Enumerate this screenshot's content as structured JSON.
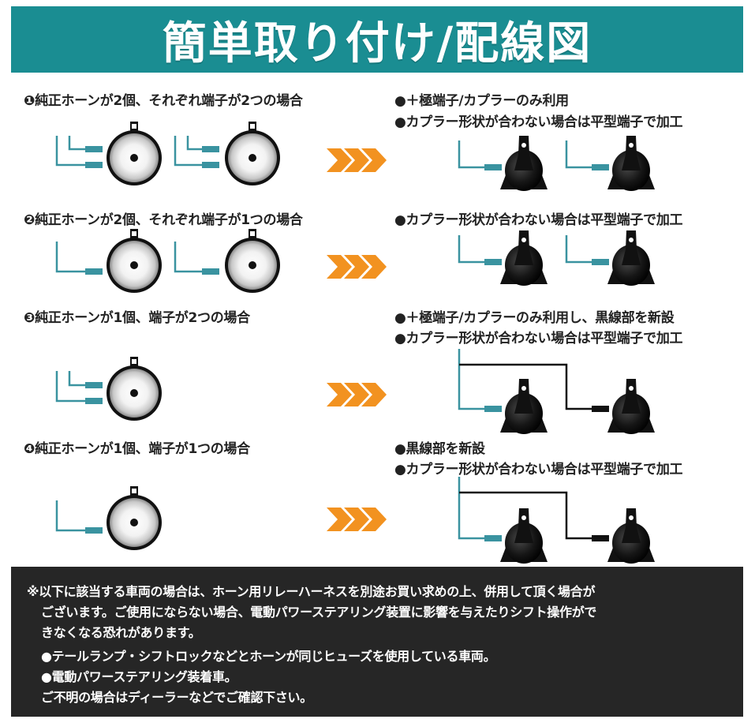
{
  "title": "簡単取り付け/配線図",
  "cases": [
    {
      "label": "❶純正ホーンが2個、それぞれ端子が2つの場合",
      "notes": [
        "●＋極端子/カプラーのみ利用",
        "●カプラー形状が合わない場合は平型端子で加工"
      ]
    },
    {
      "label": "❷純正ホーンが2個、それぞれ端子が1つの場合",
      "notes": [
        "●カプラー形状が合わない場合は平型端子で加工"
      ]
    },
    {
      "label": "❸純正ホーンが1個、端子が2つの場合",
      "notes": [
        "●＋極端子/カプラーのみ利用し、黒線部を新設",
        "●カプラー形状が合わない場合は平型端子で加工"
      ]
    },
    {
      "label": "❹純正ホーンが1個、端子が1つの場合",
      "notes": [
        "●黒線部を新設",
        "●カプラー形状が合わない場合は平型端子で加工"
      ]
    }
  ],
  "footer": {
    "lines": [
      "※以下に該当する車両の場合は、ホーン用リレーハーネスを別途お買い求めの上、併用して頂く場合が",
      "ございます。ご使用にならない場合、電動パワーステアリング装置に影響を与えたりシフト操作がで",
      "きなくなる恐れがあります。",
      "●テールランプ・シフトロックなどとホーンが同じヒューズを使用している車両。",
      "●電動パワーステアリング装着車。",
      "ご不明の場合はディーラーなどでご確認下さい。"
    ]
  },
  "colors": {
    "banner": "#1a8d92",
    "wire": "#3a93a0",
    "arrow": "#f29220",
    "footer_bg": "#262626",
    "new_wire": "#111111"
  },
  "icons": {
    "stock_horn": "round-disc-horn-icon",
    "new_horn": "snail-horn-icon",
    "arrow": "triple-chevron-arrow-icon"
  }
}
